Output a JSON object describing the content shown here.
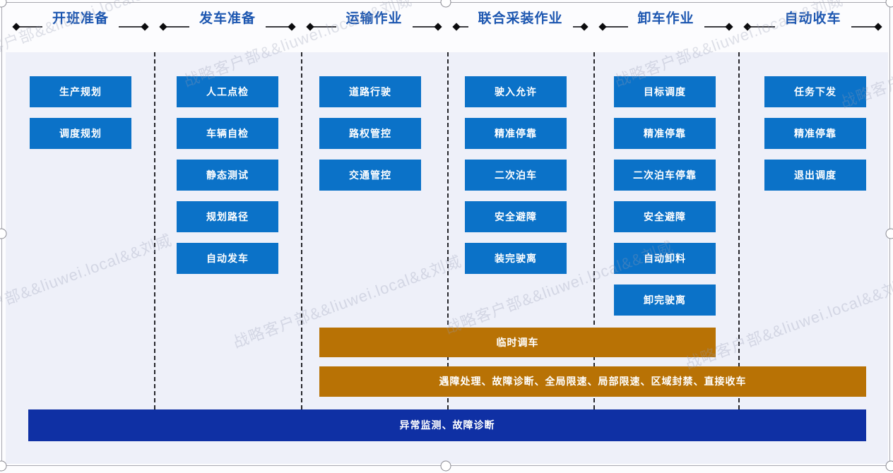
{
  "stages": [
    {
      "title": "开班准备",
      "tasks": [
        "生产规划",
        "调度规划"
      ]
    },
    {
      "title": "发车准备",
      "tasks": [
        "人工点检",
        "车辆自检",
        "静态测试",
        "规划路径",
        "自动发车"
      ]
    },
    {
      "title": "运输作业",
      "tasks": [
        "道路行驶",
        "路权管控",
        "交通管控"
      ]
    },
    {
      "title": "联合采装作业",
      "tasks": [
        "驶入允许",
        "精准停靠",
        "二次泊车",
        "安全避障",
        "装完驶离"
      ]
    },
    {
      "title": "卸车作业",
      "tasks": [
        "目标调度",
        "精准停靠",
        "二次泊车停靠",
        "安全避障",
        "自动卸料",
        "卸完驶离"
      ]
    },
    {
      "title": "自动收车",
      "tasks": [
        "任务下发",
        "精准停靠",
        "退出调度"
      ]
    }
  ],
  "cross_bars": [
    {
      "label": "临时调车"
    },
    {
      "label": "遇障处理、故障诊断、全局限速、局部限速、区域封禁、直接收车"
    },
    {
      "label": "异常监测、故障诊断"
    }
  ],
  "watermark": {
    "text": "战略客户部&&liuwei.local&&刘威"
  },
  "colors": {
    "task_box": "#0b72c8",
    "cross_bar_orange": "#b87205",
    "cross_bar_dark_blue": "#0f30a4",
    "stage_title": "#1c56b0",
    "panel_background": "#eef0f9"
  }
}
